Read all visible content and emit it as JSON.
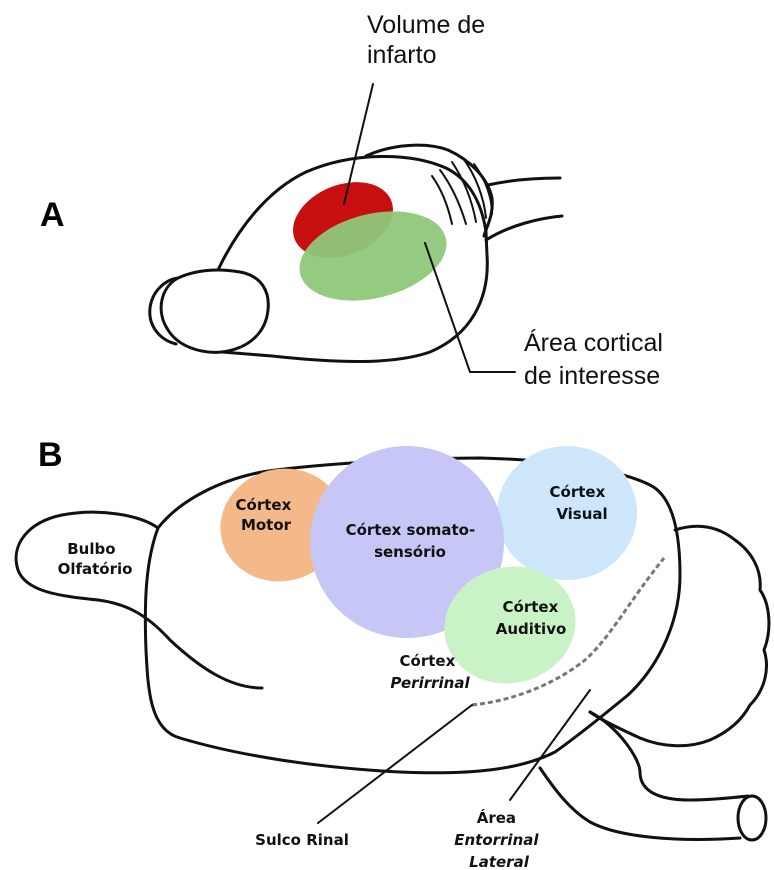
{
  "panel_a": {
    "letter": "A",
    "infarct_label": [
      "Volume de",
      "infarto"
    ],
    "roi_label": [
      "Área cortical",
      "de interesse"
    ],
    "colors": {
      "infarct": "#c80f0f",
      "roi": "#8fc87a"
    }
  },
  "panel_b": {
    "letter": "B",
    "regions": {
      "motor": {
        "lines": [
          "Córtex",
          "Motor"
        ],
        "color": "#f5b888"
      },
      "somato": {
        "lines": [
          "Córtex somato-",
          "sensório"
        ],
        "color": "#c6c6f7"
      },
      "visual": {
        "lines": [
          "Córtex",
          "Visual"
        ],
        "color": "#cde6fa"
      },
      "auditory": {
        "lines": [
          "Córtex",
          "Auditivo"
        ],
        "color": "#c9f3c6"
      }
    },
    "bulb": [
      "Bulbo",
      "Olfatório"
    ],
    "perirhinal": [
      "Córtex",
      "Perirrinal"
    ],
    "rhinal_sulcus": "Sulco Rinal",
    "entorhinal": [
      "Área",
      "Entorrinal",
      "Lateral"
    ]
  }
}
